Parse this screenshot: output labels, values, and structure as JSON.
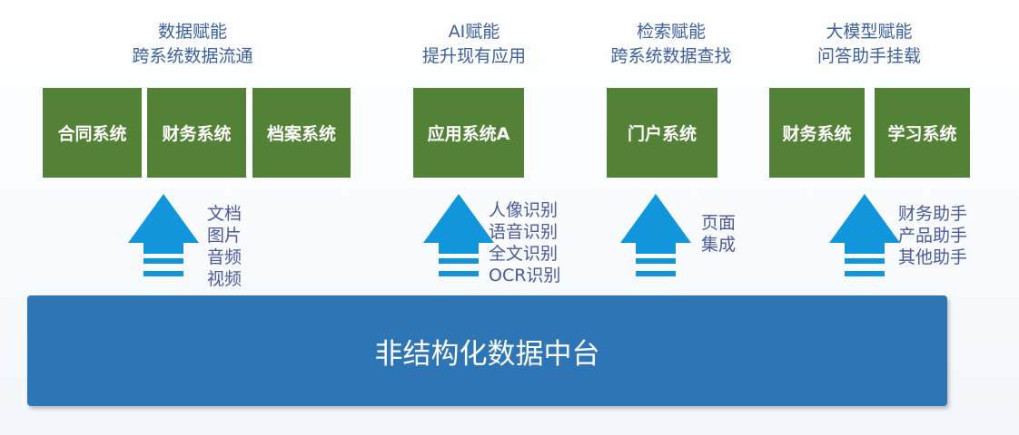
{
  "groups": [
    {
      "title1": "数据赋能",
      "title2": "跨系统数据流通",
      "boxes": [
        "合同系统",
        "财务系统",
        "档案系统"
      ],
      "labels": [
        "文档",
        "图片",
        "音频",
        "视频"
      ]
    },
    {
      "title1": "AI赋能",
      "title2": "提升现有应用",
      "boxes": [
        "应用系统A"
      ],
      "labels": [
        "人像识别",
        "语音识别",
        "全文识别",
        "OCR识别"
      ]
    },
    {
      "title1": "检索赋能",
      "title2": "跨系统数据查找",
      "boxes": [
        "门户系统"
      ],
      "labels": [
        "页面",
        "集成"
      ]
    },
    {
      "title1": "大模型赋能",
      "title2": "问答助手挂载",
      "boxes": [
        "财务系统",
        "学习系统"
      ],
      "labels": [
        "财务助手",
        "产品助手",
        "其他助手"
      ]
    }
  ],
  "platform": "非结构化数据中台",
  "colors": {
    "box": "#538135",
    "arrow": "#1296db",
    "platform": "#2e75b6"
  }
}
